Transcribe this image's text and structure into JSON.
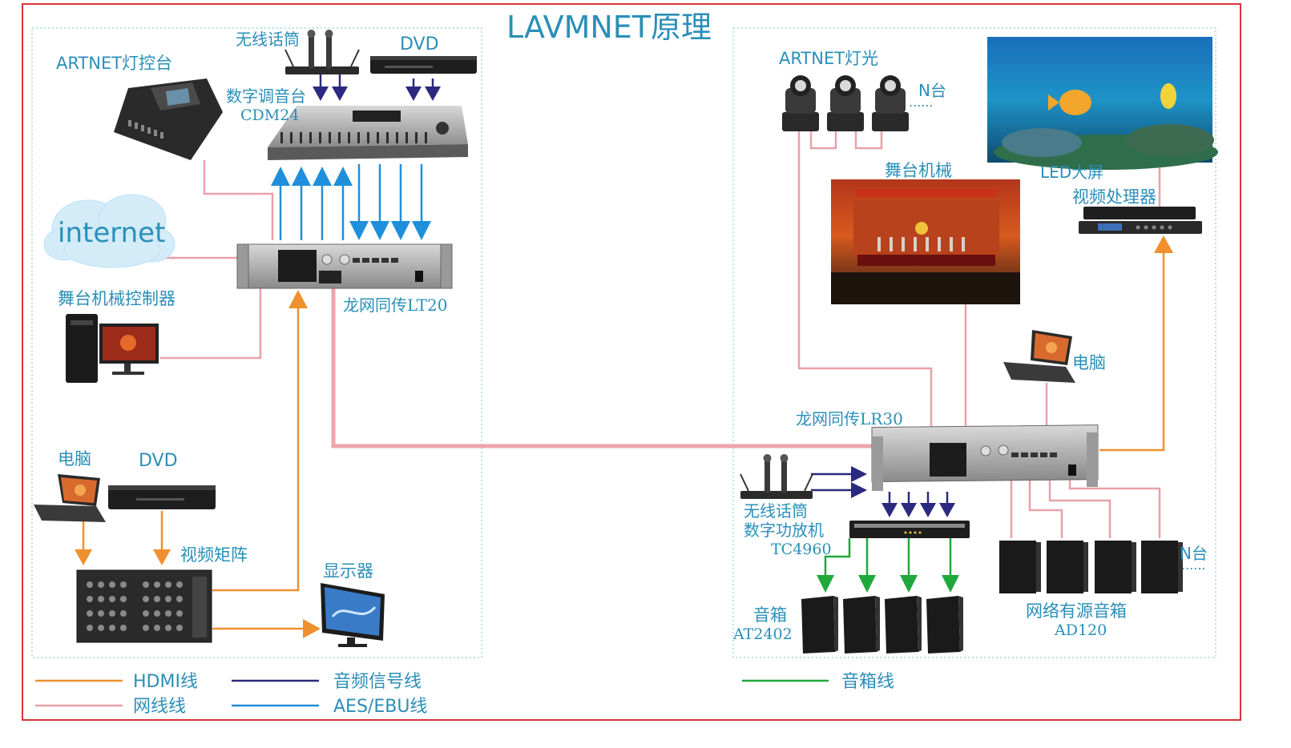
{
  "title": "LAVMNET原理",
  "colors": {
    "frame": "#d9343c",
    "dotted": "#8fcfc8",
    "label": "#2a8fb8",
    "hdmi": "#f0902e",
    "net": "#e8a1a8",
    "net_main": "#eea4ab",
    "audio": "#2b2a80",
    "aes": "#1f8fdb",
    "speaker": "#1fa83b"
  },
  "left": {
    "wireless_mic": "无线话筒",
    "dvd_top": "DVD",
    "artnet_console": "ARTNET灯控台",
    "digital_mixer_line1": "数字调音台",
    "digital_mixer_line2": "CDM24",
    "internet": "internet",
    "stage_controller": "舞台机械控制器",
    "lt20": "龙网同传LT20",
    "pc": "电脑",
    "dvd_bottom": "DVD",
    "video_matrix": "视频矩阵",
    "monitor": "显示器"
  },
  "right": {
    "artnet_light": "ARTNET灯光",
    "n_units_lights": "N台",
    "stage_machinery": "舞台机械",
    "led_screen": "LED大屏",
    "video_processor": "视频处理器",
    "pc": "电脑",
    "lr30": "龙网同传LR30",
    "wireless_mic": "无线话筒",
    "amp_line1": "数字功放机",
    "amp_line2": "TC4960",
    "speaker_line1": "音箱",
    "speaker_line2": "AT2402",
    "active_speaker_line1": "网络有源音箱",
    "active_speaker_line2": "AD120",
    "n_units_speakers": "N台"
  },
  "legend": {
    "hdmi": "HDMI线",
    "net": "网线线",
    "audio": "音频信号线",
    "aes": "AES/EBU线",
    "speaker": "音箱线"
  }
}
